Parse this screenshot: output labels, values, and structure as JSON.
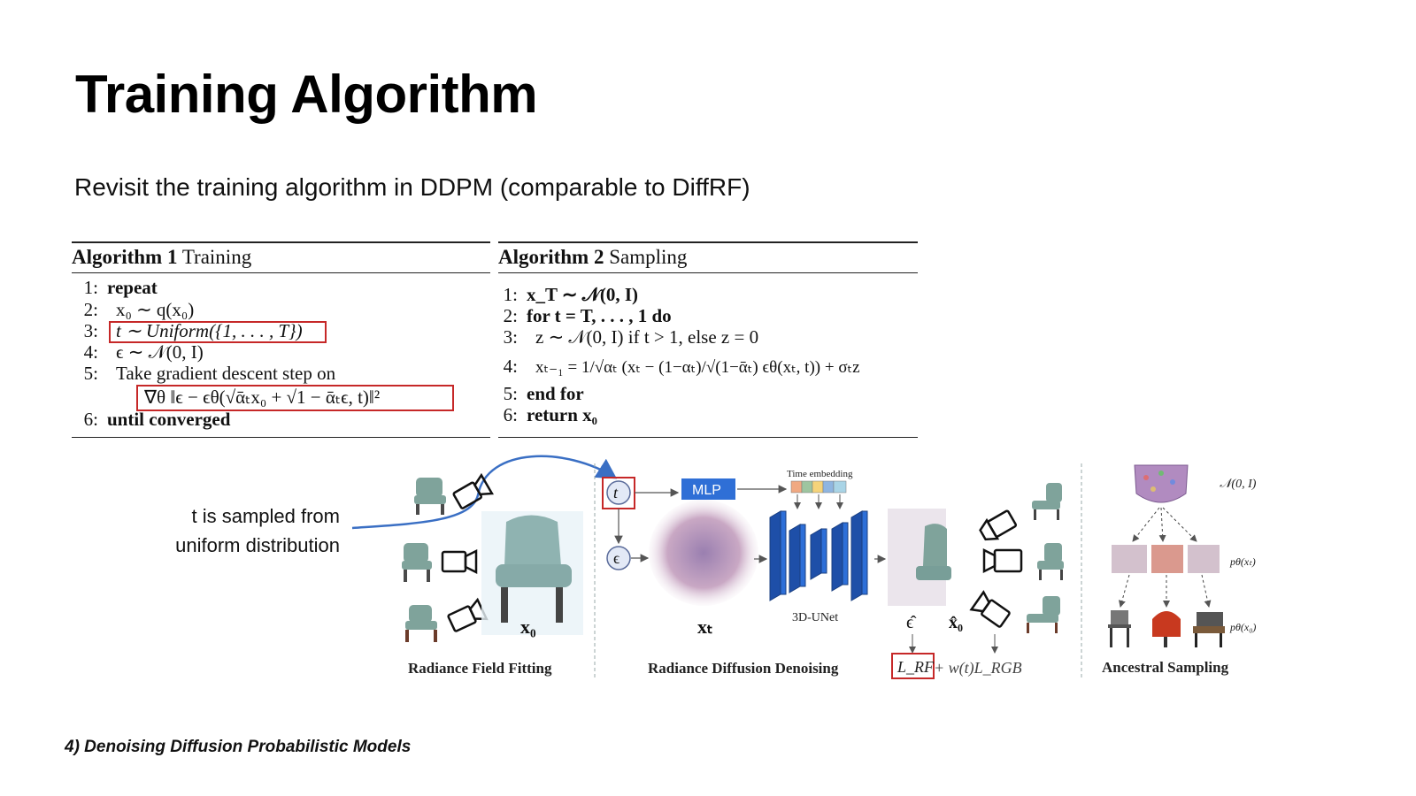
{
  "slide": {
    "title": "Training Algorithm",
    "subtitle": "Revisit the training algorithm in DDPM (comparable to DiffRF)",
    "footer": "4) Denoising Diffusion Probabilistic Models"
  },
  "algorithm1": {
    "label": "Algorithm 1",
    "name": "Training",
    "lines": [
      {
        "num": "1:",
        "text": "repeat"
      },
      {
        "num": "2:",
        "text": "x₀ ∼ q(x₀)"
      },
      {
        "num": "3:",
        "text": "t ∼ Uniform({1, . . . , T})"
      },
      {
        "num": "4:",
        "text": "ϵ ∼ 𝒩(0, I)"
      },
      {
        "num": "5:",
        "text": "Take gradient descent step on"
      },
      {
        "num": "",
        "text": "∇θ ‖ϵ − ϵθ(√ᾱₜx₀ + √1 − ᾱₜϵ, t)‖²"
      },
      {
        "num": "6:",
        "text": "until converged"
      }
    ]
  },
  "algorithm2": {
    "label": "Algorithm 2",
    "name": "Sampling",
    "lines": [
      {
        "num": "1:",
        "text": "x_T ∼ 𝒩(0, I)"
      },
      {
        "num": "2:",
        "text": "for t = T, . . . , 1 do"
      },
      {
        "num": "3:",
        "text": "z ∼ 𝒩(0, I) if t > 1, else z = 0"
      },
      {
        "num": "4:",
        "text": "xₜ₋₁ = 1/√αₜ (xₜ − (1−αₜ)/√(1−ᾱₜ) ϵθ(xₜ, t)) + σₜz"
      },
      {
        "num": "5:",
        "text": "end for"
      },
      {
        "num": "6:",
        "text": "return x₀"
      }
    ]
  },
  "annotation": {
    "line1": "t is sampled from",
    "line2": "uniform distribution"
  },
  "diagram": {
    "x0_label": "x₀",
    "xt_label": "xₜ",
    "t_node": "t",
    "eps_node": "ϵ",
    "mlp": "MLP",
    "time_embedding": "Time embedding",
    "unet": "3D-UNet",
    "eps_hat": "ϵ̂",
    "x0_hat": "x̂₀",
    "loss_rf": "L_RF",
    "loss_rest": "+ w(t)L_RGB",
    "normal": "𝒩(0, I)",
    "p_xt": "pθ(xₜ)",
    "p_x0": "pθ(x₀)",
    "captions": {
      "fitting": "Radiance Field Fitting",
      "denoising": "Radiance Diffusion Denoising",
      "sampling": "Ancestral Sampling"
    }
  },
  "colors": {
    "highlight_red": "#c62828",
    "arrow_blue": "#3a6fc4",
    "mlp_blue": "#2f6fd6",
    "unet_blue": "#2d6fd8",
    "chair_teal": "#7fa39b"
  }
}
